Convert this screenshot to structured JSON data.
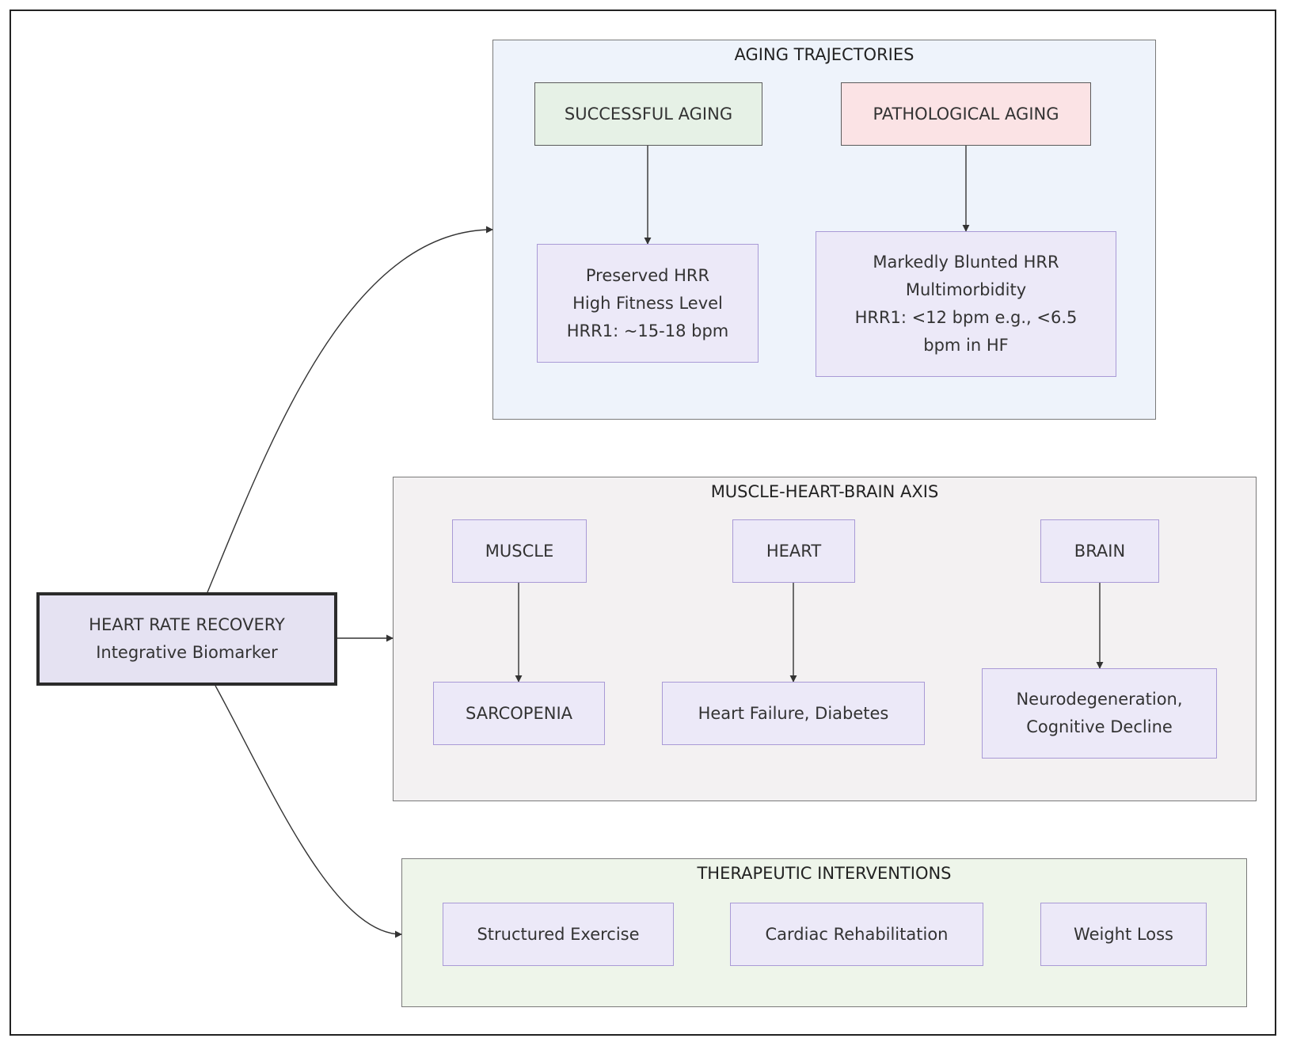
{
  "hub": {
    "line1": "HEART RATE RECOVERY",
    "line2": "Integrative Biomarker"
  },
  "aging": {
    "title": "AGING TRAJECTORIES",
    "successful": "SUCCESSFUL AGING",
    "pathological": "PATHOLOGICAL AGING",
    "preserved": [
      "Preserved HRR",
      "High Fitness Level",
      "HRR1: ~15-18 bpm"
    ],
    "blunted": [
      "Markedly Blunted HRR",
      "Multimorbidity",
      "HRR1: <12 bpm e.g., <6.5",
      "bpm in HF"
    ]
  },
  "axis": {
    "title": "MUSCLE-HEART-BRAIN AXIS",
    "muscle": "MUSCLE",
    "heart": "HEART",
    "brain": "BRAIN",
    "sarcopenia": "SARCOPENIA",
    "hf_diabetes": "Heart Failure, Diabetes",
    "neuro": [
      "Neurodegeneration,",
      "Cognitive Decline"
    ]
  },
  "therapy": {
    "title": "THERAPEUTIC INTERVENTIONS",
    "exercise": "Structured Exercise",
    "rehab": "Cardiac Rehabilitation",
    "weight": "Weight Loss"
  },
  "colors": {
    "aging_bg": "#eef3fb",
    "axis_bg": "#f3f1f2",
    "therapy_bg": "#eef5ea",
    "node_bg": "#ece9f8",
    "node_border": "#a99ad6",
    "successful_bg": "#e6f1e6",
    "pathological_bg": "#fbe3e5",
    "edge": "#333333"
  }
}
